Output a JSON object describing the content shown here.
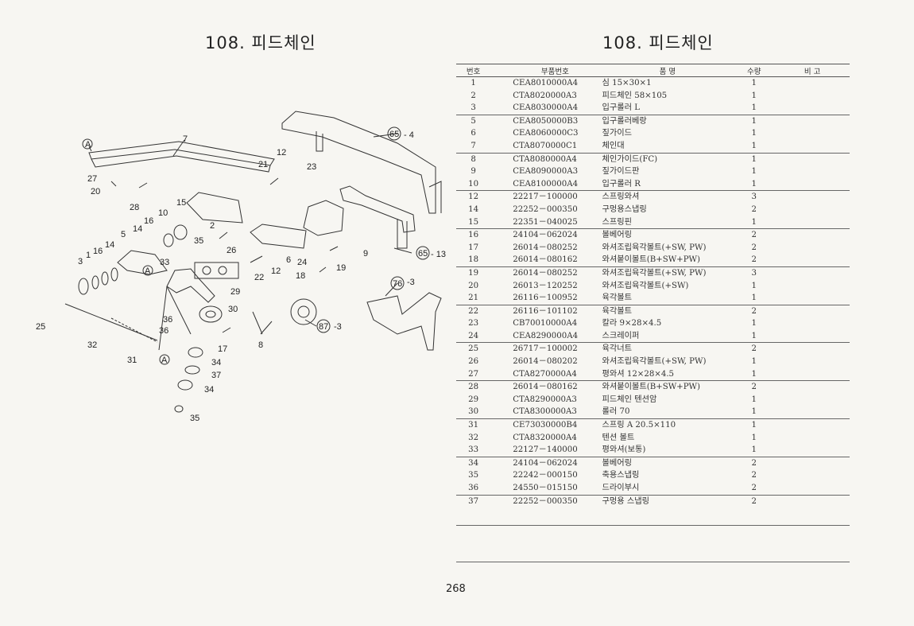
{
  "left_title": "108. 피드체인",
  "right_title": "108. 피드체인",
  "table": {
    "headers": {
      "no": "번호",
      "part": "부품번호",
      "name": "품      명",
      "qty": "수량",
      "remark": "비  고"
    },
    "rows": [
      {
        "no": "1",
        "part": "CEA8010000A4",
        "name": "심 15×30×1",
        "qty": "1",
        "grp": false
      },
      {
        "no": "2",
        "part": "CTA8020000A3",
        "name": "피드체인 58×105",
        "qty": "1",
        "grp": false
      },
      {
        "no": "3",
        "part": "CEA8030000A4",
        "name": "입구롤러 L",
        "qty": "1",
        "grp": false
      },
      {
        "no": "5",
        "part": "CEA8050000B3",
        "name": "입구롤러베랑",
        "qty": "1",
        "grp": true
      },
      {
        "no": "6",
        "part": "CEA8060000C3",
        "name": "짚가이드",
        "qty": "1",
        "grp": false
      },
      {
        "no": "7",
        "part": "CTA8070000C1",
        "name": "체인대",
        "qty": "1",
        "grp": false
      },
      {
        "no": "8",
        "part": "CTA8080000A4",
        "name": "체인가이드(FC)",
        "qty": "1",
        "grp": true
      },
      {
        "no": "9",
        "part": "CEA8090000A3",
        "name": "짚가이드판",
        "qty": "1",
        "grp": false
      },
      {
        "no": "10",
        "part": "CEA8100000A4",
        "name": "입구롤러 R",
        "qty": "1",
        "grp": false
      },
      {
        "no": "12",
        "part": "22217－100000",
        "name": "스프링와셔",
        "qty": "3",
        "grp": true
      },
      {
        "no": "14",
        "part": "22252－000350",
        "name": "구멍용스냅링",
        "qty": "2",
        "grp": false
      },
      {
        "no": "15",
        "part": "22351－040025",
        "name": "스프링핀",
        "qty": "1",
        "grp": false
      },
      {
        "no": "16",
        "part": "24104－062024",
        "name": "볼베어링",
        "qty": "2",
        "grp": true
      },
      {
        "no": "17",
        "part": "26014－080252",
        "name": "와셔조립육각볼트(+SW, PW)",
        "qty": "2",
        "grp": false
      },
      {
        "no": "18",
        "part": "26014－080162",
        "name": "와셔붙이볼트(B+SW+PW)",
        "qty": "2",
        "grp": false
      },
      {
        "no": "19",
        "part": "26014－080252",
        "name": "와셔조립육각볼트(+SW, PW)",
        "qty": "3",
        "grp": true
      },
      {
        "no": "20",
        "part": "26013－120252",
        "name": "와셔조립육각볼트(+SW)",
        "qty": "1",
        "grp": false
      },
      {
        "no": "21",
        "part": "26116－100952",
        "name": "육각볼트",
        "qty": "1",
        "grp": false
      },
      {
        "no": "22",
        "part": "26116－101102",
        "name": "육각볼트",
        "qty": "2",
        "grp": true
      },
      {
        "no": "23",
        "part": "CB70010000A4",
        "name": "칼라 9×28×4.5",
        "qty": "1",
        "grp": false
      },
      {
        "no": "24",
        "part": "CEA8290000A4",
        "name": "스크레이퍼",
        "qty": "1",
        "grp": false
      },
      {
        "no": "25",
        "part": "26717－100002",
        "name": "육각너트",
        "qty": "2",
        "grp": true
      },
      {
        "no": "26",
        "part": "26014－080202",
        "name": "와셔조립육각볼트(+SW, PW)",
        "qty": "1",
        "grp": false
      },
      {
        "no": "27",
        "part": "CTA8270000A4",
        "name": "평와셔 12×28×4.5",
        "qty": "1",
        "grp": false
      },
      {
        "no": "28",
        "part": "26014－080162",
        "name": "와셔붙이볼트(B+SW+PW)",
        "qty": "2",
        "grp": true
      },
      {
        "no": "29",
        "part": "CTA8290000A3",
        "name": "피드체인 텐션암",
        "qty": "1",
        "grp": false
      },
      {
        "no": "30",
        "part": "CTA8300000A3",
        "name": "롤러 70",
        "qty": "1",
        "grp": false
      },
      {
        "no": "31",
        "part": "CE73030000B4",
        "name": "스프링 A 20.5×110",
        "qty": "1",
        "grp": true
      },
      {
        "no": "32",
        "part": "CTA8320000A4",
        "name": "텐션 볼트",
        "qty": "1",
        "grp": false
      },
      {
        "no": "33",
        "part": "22127－140000",
        "name": "평와셔(보통)",
        "qty": "1",
        "grp": false
      },
      {
        "no": "34",
        "part": "24104－062024",
        "name": "볼베어링",
        "qty": "2",
        "grp": true
      },
      {
        "no": "35",
        "part": "22242－000150",
        "name": "축용스냅링",
        "qty": "2",
        "grp": false
      },
      {
        "no": "36",
        "part": "24550－015150",
        "name": "드라이부시",
        "qty": "2",
        "grp": false
      },
      {
        "no": "37",
        "part": "22252－000350",
        "name": "구멍용 스냅링",
        "qty": "2",
        "grp": true
      }
    ]
  },
  "diagram_labels": {
    "l1": "1",
    "l2": "2",
    "l3": "3",
    "l4": "4",
    "l5": "5",
    "l6": "6",
    "l7": "7",
    "l8": "8",
    "l9": "9",
    "l10": "10",
    "l12a": "12",
    "l12b": "12",
    "l13": "13",
    "l14a": "14",
    "l14b": "14",
    "l15": "15",
    "l16a": "16",
    "l16b": "16",
    "l17": "17",
    "l18": "18",
    "l19": "19",
    "l20": "20",
    "l21": "21",
    "l22": "22",
    "l23": "23",
    "l24": "24",
    "l25": "25",
    "l26": "26",
    "l27": "27",
    "l28": "28",
    "l29": "29",
    "l30": "30",
    "l31": "31",
    "l32": "32",
    "l33": "33",
    "l34a": "34",
    "l34b": "34",
    "l35a": "35",
    "l35b": "35",
    "l36a": "36",
    "l36b": "36",
    "l37": "37",
    "ref65a": "65",
    "ref4": "- 4",
    "ref65b": "65",
    "ref13": "- 13",
    "ref76": "76",
    "ref3a": "-3",
    "ref87": "87",
    "ref3b": "-3",
    "markA1": "A",
    "markA2": "A",
    "markA3": "A"
  },
  "page_number": "268"
}
